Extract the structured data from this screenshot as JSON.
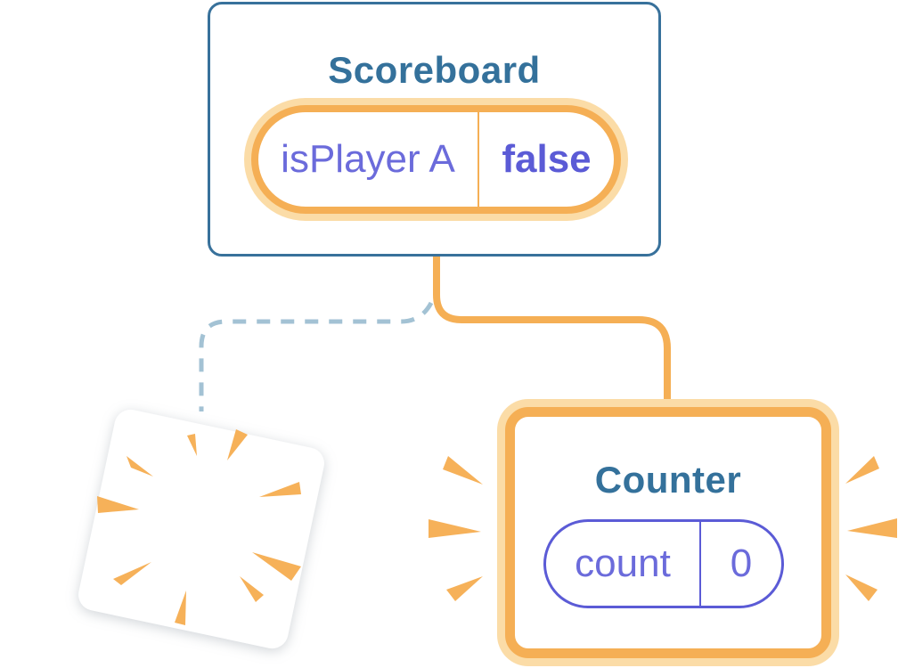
{
  "diagram": {
    "scoreboard_card": {
      "title": "Scoreboard",
      "state_pill": {
        "key": "isPlayer A",
        "value": "false"
      }
    },
    "counter_card": {
      "title": "Counter",
      "state_pill": {
        "key": "count",
        "value": "0"
      }
    },
    "connectors": {
      "active_branch": "solid-orange",
      "removed_branch": "dashed-blue"
    },
    "icons": {
      "new_state_sparkles": "sparkle-icon",
      "destroyed_component": "burst-icon",
      "new_component_emphasis": "poof-icon"
    }
  },
  "colors": {
    "card_border_blue": "#38719B",
    "title_text_blue": "#34719B",
    "accent_orange": "#F5AF55",
    "orange_glow": "#FBDCA7",
    "pill_key_purple": "#6B6BDB",
    "pill_value_purple": "#5B5BD6",
    "pill_border_purple": "#5B5BD6",
    "dashed_line_blue": "#A3C2D4",
    "card_background": "#FFFFFF"
  }
}
